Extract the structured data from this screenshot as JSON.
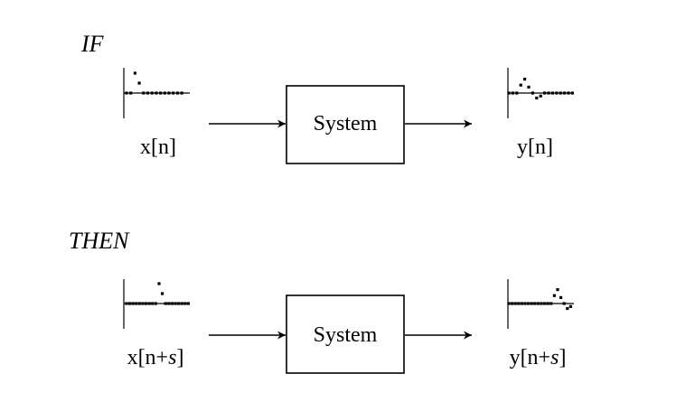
{
  "rows": [
    {
      "heading": "IF",
      "box_label": "System",
      "input_label": {
        "prefix": "x[n",
        "shift": "",
        "suffix": "]"
      },
      "output_label": {
        "prefix": "y[n",
        "shift": "",
        "suffix": "]"
      }
    },
    {
      "heading": "THEN",
      "box_label": "System",
      "input_label": {
        "prefix": "x[n+",
        "shift": "s",
        "suffix": "]"
      },
      "output_label": {
        "prefix": "y[n+",
        "shift": "s",
        "suffix": "]"
      }
    }
  ],
  "signals": {
    "x_n": [
      0,
      0,
      1.0,
      0.5,
      0,
      0,
      0,
      0,
      0,
      0,
      0,
      0,
      0,
      0
    ],
    "y_n": [
      0,
      0,
      0,
      0.4,
      0.7,
      0.3,
      0,
      -0.25,
      -0.15,
      0,
      0,
      0,
      0,
      0,
      0,
      0,
      0
    ],
    "x_n_shifted": [
      0,
      0,
      0,
      0,
      0,
      0,
      0,
      0,
      0,
      0,
      1.0,
      0.5,
      0,
      0,
      0,
      0,
      0,
      0,
      0,
      0
    ],
    "y_n_shifted": [
      0,
      0,
      0,
      0,
      0,
      0,
      0,
      0,
      0,
      0,
      0,
      0,
      0,
      0,
      0.4,
      0.7,
      0.3,
      0,
      -0.25,
      -0.15
    ]
  }
}
